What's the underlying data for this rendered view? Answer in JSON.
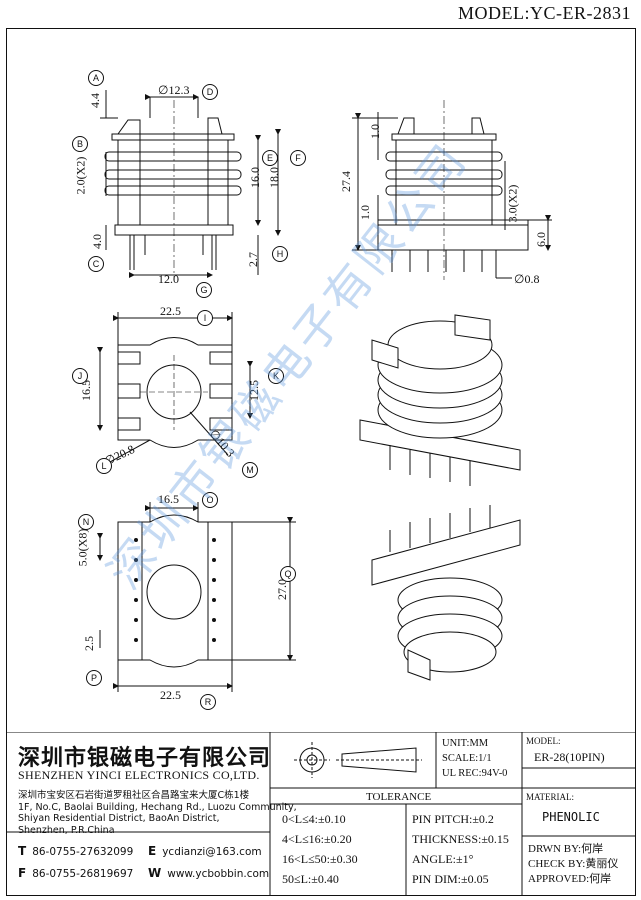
{
  "header": {
    "model_label": "MODEL:YC-ER-2831"
  },
  "dims": {
    "d12_3": "∅12.3",
    "d4_4": "4.4",
    "d2_0x2": "2.0(X2)",
    "d16_0": "16.0",
    "d18_0": "18.0",
    "d4_0": "4.0",
    "d2_7": "2.7",
    "d12_0": "12.0",
    "d1_0a": "1.0",
    "d27_4": "27.4",
    "d1_0b": "1.0",
    "d3_0x2": "3.0(X2)",
    "d6_0": "6.0",
    "d0_8": "∅0.8",
    "d22_5a": "22.5",
    "d16_5a": "16.5",
    "d12_5": "12.5",
    "d20_8": "∅20.8",
    "d10_3": "∅10.3",
    "d16_5b": "16.5",
    "d5_0x8": "5.0(X8)",
    "d27_0": "27.0",
    "d2_5": "2.5",
    "d22_5b": "22.5"
  },
  "markers": [
    "A",
    "B",
    "C",
    "D",
    "E",
    "F",
    "G",
    "H",
    "I",
    "J",
    "K",
    "L",
    "M",
    "N",
    "O",
    "P",
    "Q",
    "R"
  ],
  "watermark": "深圳市银磁电子有限公司",
  "company": {
    "cn_name": "深圳市银磁电子有限公司",
    "en_name": "SHENZHEN YINCI ELECTRONICS CO,LTD.",
    "addr_cn": "深圳市宝安区石岩街道罗租社区合昌路宝来大厦C栋1楼",
    "addr_en1": "1F, No.C, Baolai Building, Hechang Rd., Luozu Community,",
    "addr_en2": "Shiyan Residential District, BaoAn District,",
    "addr_en3": "Shenzhen, P.R.China",
    "tel_letter": "T",
    "tel": "86-0755-27632099",
    "fax_letter": "F",
    "fax": "86-0755-26819697",
    "email_letter": "E",
    "email": "ycdianzi@163.com",
    "web_letter": "W",
    "web": "www.ycbobbin.com"
  },
  "specs": {
    "unit": "UNIT:MM",
    "scale": "SCALE:1/1",
    "ul": "UL REC:94V-0",
    "model_label": "MODEL:",
    "model_value": "ER-28(10PIN)",
    "material_label": "MATERIAL:",
    "material_value": "PHENOLIC",
    "drawn": "DRWN BY:何岸",
    "check": "CHECK BY:黄丽仪",
    "approved": "APPROVED:何岸"
  },
  "tolerance": {
    "title": "TOLERANCE",
    "t1": "0<L≤4:±0.10",
    "t2": "4<L≤16:±0.20",
    "t3": "16<L≤50:±0.30",
    "t4": "50≤L:±0.40",
    "p1": "PIN PITCH:±0.2",
    "p2": "THICKNESS:±0.15",
    "p3": "ANGLE:±1°",
    "p4": "PIN DIM:±0.05"
  }
}
